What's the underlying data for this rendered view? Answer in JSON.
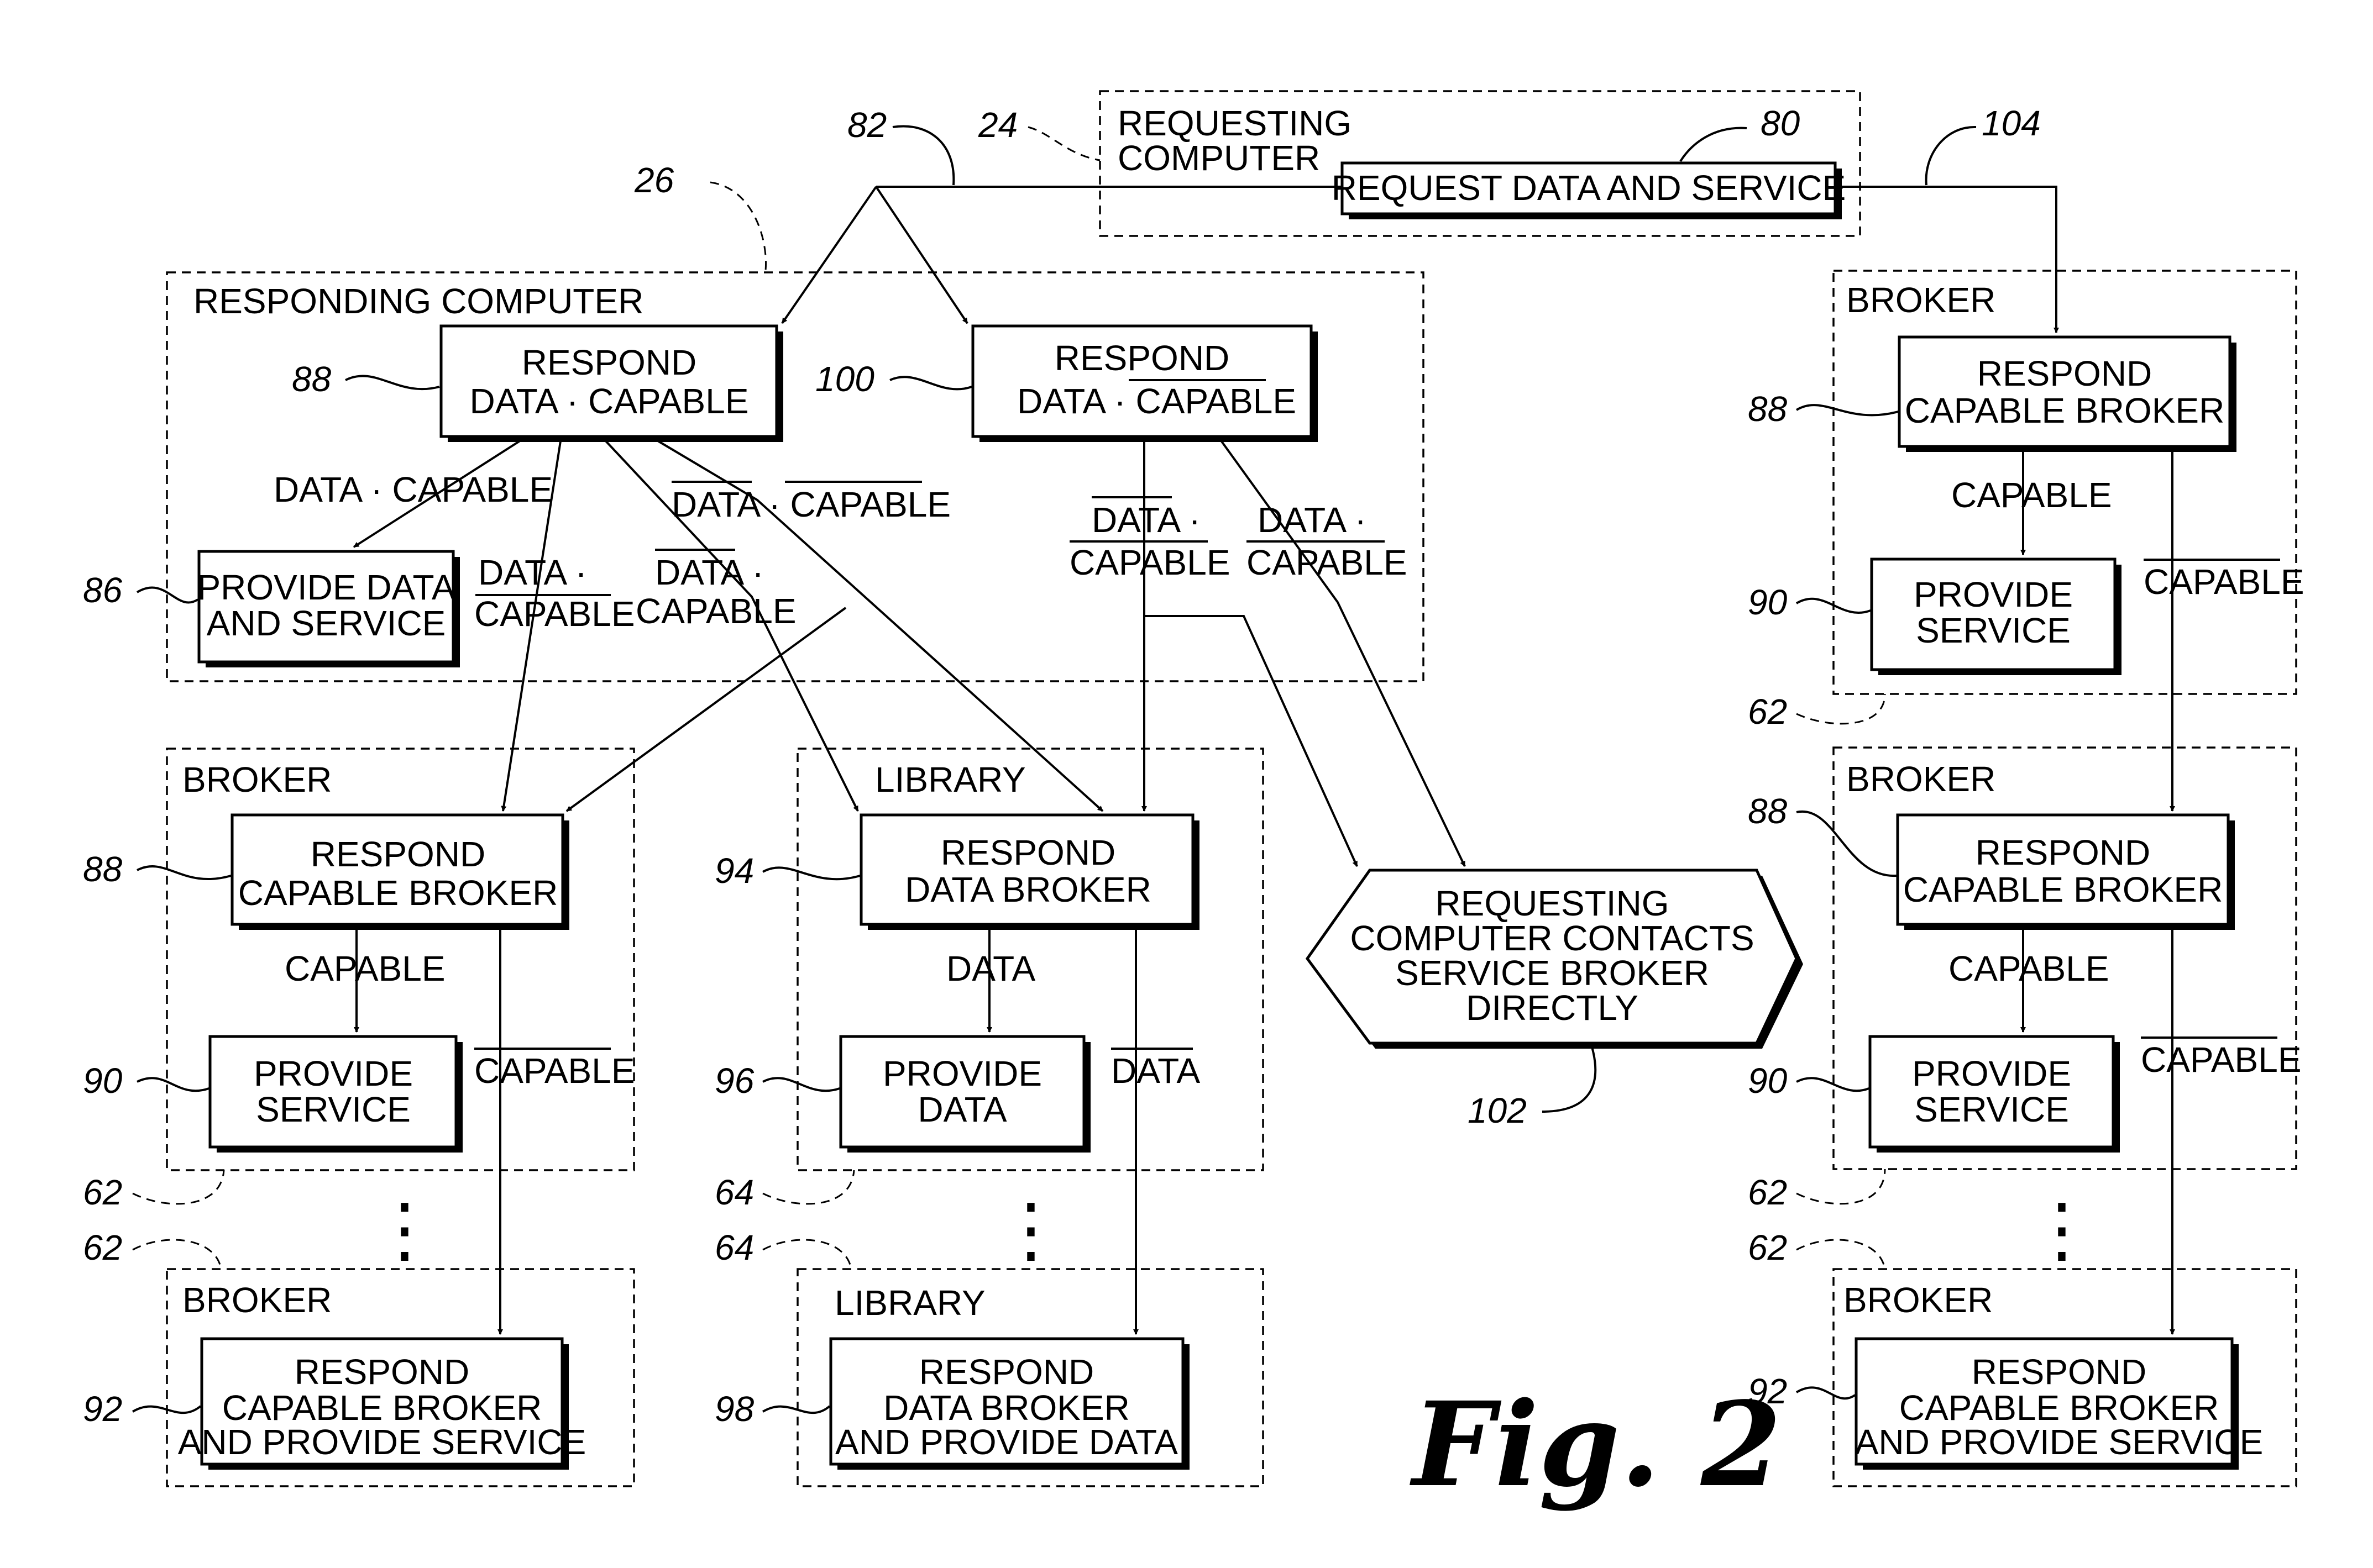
{
  "figure_label": "Fig. 2",
  "containers": {
    "requesting_computer": {
      "label_line1": "REQUESTING",
      "label_line2": "COMPUTER",
      "ref": "24"
    },
    "responding_computer": {
      "label": "RESPONDING COMPUTER",
      "ref": "26"
    },
    "broker_lower_left": {
      "label": "BROKER",
      "ref": "62"
    },
    "broker_bottom_left": {
      "label": "BROKER",
      "ref": "62"
    },
    "library_mid": {
      "label": "LIBRARY",
      "ref": "64"
    },
    "library_bottom": {
      "label": "LIBRARY",
      "ref": "64"
    },
    "broker_right_top": {
      "label": "BROKER",
      "ref": "62"
    },
    "broker_right_mid": {
      "label": "BROKER",
      "ref": "62"
    },
    "broker_right_bottom": {
      "label": "BROKER"
    }
  },
  "boxes": {
    "request": {
      "text": "REQUEST DATA AND SERVICE",
      "ref": "80"
    },
    "respond_data_capable": {
      "line1": "RESPOND",
      "line2_a": "DATA",
      "line2_dot": "·",
      "line2_b": "CAPABLE",
      "ref": "88"
    },
    "respond_data_notcapable": {
      "line1": "RESPOND",
      "line2_a": "DATA",
      "line2_dot": "·",
      "line2_b": "CAPABLE",
      "ref": "100"
    },
    "provide_data_service": {
      "line1": "PROVIDE DATA",
      "line2": "AND SERVICE",
      "ref": "86"
    },
    "broker_ll_respond": {
      "line1": "RESPOND",
      "line2": "CAPABLE BROKER",
      "ref": "88"
    },
    "broker_ll_provide": {
      "line1": "PROVIDE",
      "line2": "SERVICE",
      "ref": "90"
    },
    "broker_bl_respond": {
      "line1": "RESPOND",
      "line2": "CAPABLE BROKER",
      "line3": "AND PROVIDE SERVICE",
      "ref": "92"
    },
    "library_mid_respond": {
      "line1": "RESPOND",
      "line2": "DATA BROKER",
      "ref": "94"
    },
    "library_mid_provide": {
      "line1": "PROVIDE",
      "line2": "DATA",
      "ref": "96"
    },
    "library_bottom_respond": {
      "line1": "RESPOND",
      "line2": "DATA BROKER",
      "line3": "AND PROVIDE DATA",
      "ref": "98"
    },
    "contact_broker": {
      "line1": "REQUESTING",
      "line2": "COMPUTER CONTACTS",
      "line3": "SERVICE BROKER",
      "line4": "DIRECTLY",
      "ref": "102"
    },
    "broker_rt_respond": {
      "line1": "RESPOND",
      "line2": "CAPABLE BROKER",
      "ref": "88"
    },
    "broker_rt_provide": {
      "line1": "PROVIDE",
      "line2": "SERVICE",
      "ref": "90"
    },
    "broker_rm_respond": {
      "line1": "RESPOND",
      "line2": "CAPABLE BROKER",
      "ref": "88"
    },
    "broker_rm_provide": {
      "line1": "PROVIDE",
      "line2": "SERVICE",
      "ref": "90"
    },
    "broker_rb_respond": {
      "line1": "RESPOND",
      "line2": "CAPABLE BROKER",
      "line3": "AND PROVIDE SERVICE",
      "ref": "92"
    }
  },
  "edge_labels": {
    "data_capable": {
      "a": "DATA",
      "dot": "·",
      "b": "CAPABLE"
    },
    "data_notcapable_top": {
      "a": "DATA",
      "dot": "·",
      "b": "CAPABLE"
    },
    "data_notcapable_stack": {
      "a": "DATA ·",
      "b": "CAPABLE"
    },
    "notdata_capable_stack": {
      "a": "DATA ·",
      "b": "CAPABLE"
    },
    "notdata_capable_right": {
      "a": "DATA ·",
      "b": "CAPABLE"
    },
    "notdata_notcapable_right": {
      "a": "DATA ·",
      "b": "CAPABLE"
    },
    "capable": "CAPABLE",
    "not_capable": "CAPABLE",
    "data": "DATA",
    "not_data": "DATA"
  },
  "line_refs": {
    "split_82": "82",
    "line_104": "104"
  },
  "continuation_mark": "⋮"
}
